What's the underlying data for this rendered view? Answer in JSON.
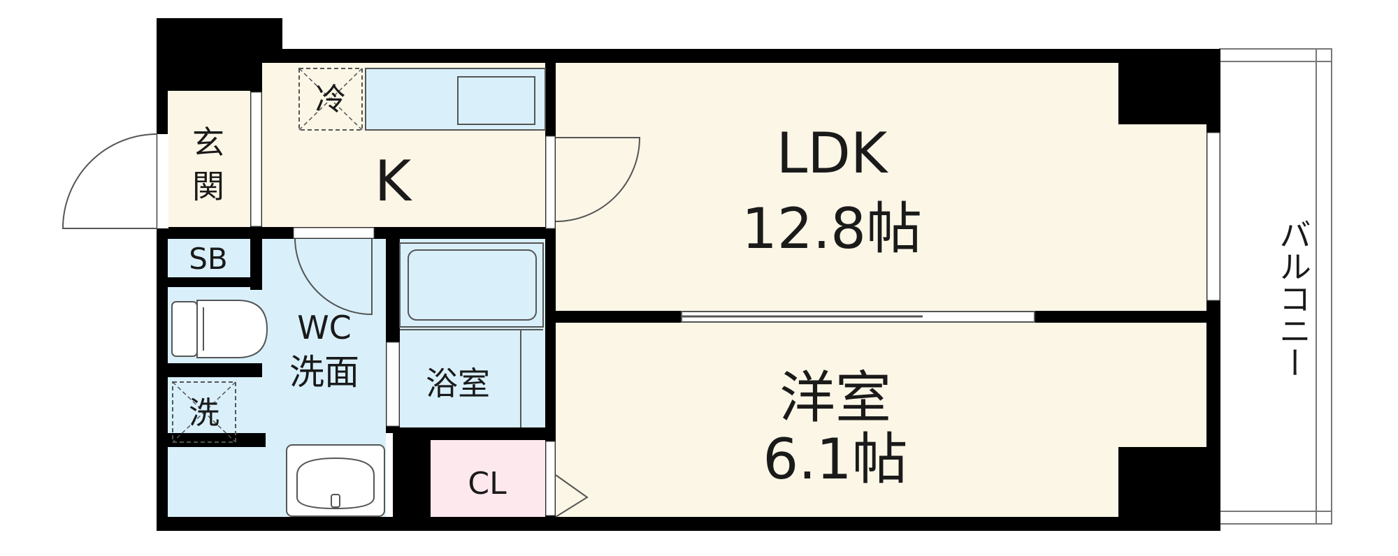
{
  "colors": {
    "wall": "#000000",
    "floor_main": "#fbf6e6",
    "wet_area": "#d9f0fb",
    "storage": "#fde8ee",
    "fixture_stroke": "#555555",
    "label": "#1a1a1a"
  },
  "rooms": {
    "ldk": {
      "name": "LDK",
      "size": "12.8帖"
    },
    "western": {
      "name": "洋室",
      "size": "6.1帖"
    },
    "kitchen": {
      "name": "K"
    },
    "entrance": {
      "line1": "玄",
      "line2": "関"
    },
    "shoe_box": {
      "name": "SB"
    },
    "wc_wash": {
      "line1": "WC",
      "line2": "洗面"
    },
    "bath": {
      "name": "浴室"
    },
    "closet": {
      "name": "CL"
    },
    "balcony": {
      "name": "バルコニー"
    }
  },
  "fixtures": {
    "fridge": "冷",
    "washer": "洗"
  },
  "icons": [
    "door-swing-icon",
    "toilet-icon",
    "sink-icon",
    "bathtub-icon",
    "kitchen-counter-icon"
  ]
}
